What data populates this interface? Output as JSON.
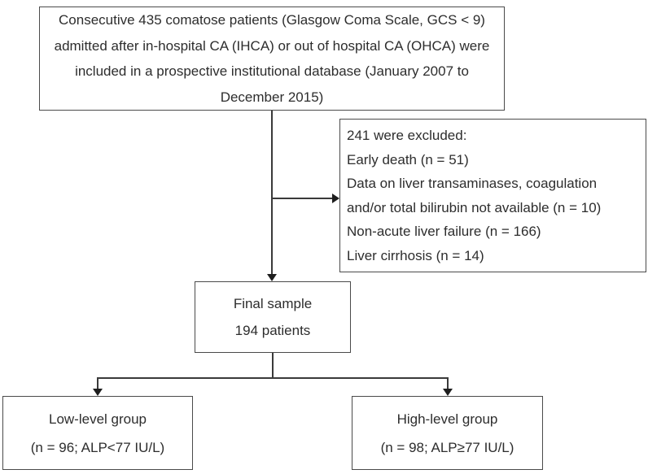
{
  "figure": {
    "type": "patient-flow-diagram",
    "background_color": "#ffffff",
    "box_border_color": "#4a4a4a",
    "connector_color": "#3a3a3a",
    "text_color": "#2d2d2d"
  },
  "boxes": {
    "enrollment": {
      "lines": [
        "Consecutive 435 comatose patients (Glasgow Coma Scale, GCS < 9)",
        "admitted after in-hospital CA (IHCA) or out of hospital CA (OHCA) were",
        "included in a prospective institutional database (January 2007 to",
        "December 2015)"
      ]
    },
    "excluded": {
      "lines": [
        "241 were excluded:",
        "Early death (n = 51)",
        "Data on liver transaminases, coagulation",
        "and/or total bilirubin not available (n = 10)",
        "Non-acute liver failure (n = 166)",
        "Liver cirrhosis (n = 14)"
      ]
    },
    "final_sample": {
      "lines": [
        "Final sample",
        "194 patients"
      ]
    },
    "low_level": {
      "lines": [
        "Low-level group",
        "(n = 96; ALP<77 IU/L)"
      ]
    },
    "high_level": {
      "lines": [
        "High-level group",
        "(n = 98; ALP≥77 IU/L)"
      ]
    }
  }
}
